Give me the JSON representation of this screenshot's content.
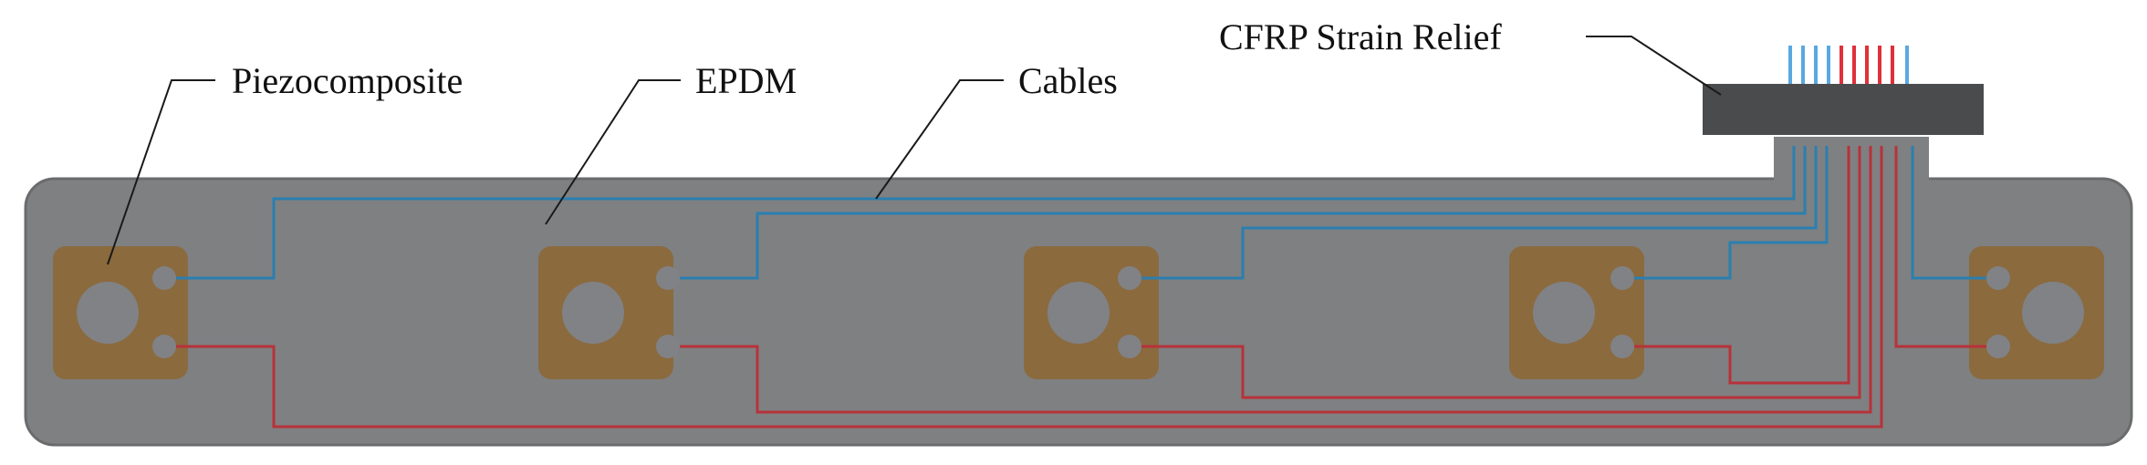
{
  "labels": {
    "piezocomposite": "Piezocomposite",
    "epdm": "EPDM",
    "cables": "Cables",
    "strain_relief": "CFRP Strain Relief"
  },
  "colors": {
    "background": "#ffffff",
    "epdm": "#7f8082",
    "epdm_outline": "#6a6b6d",
    "piezo": "#8b6a3e",
    "piezo_hole": "#808285",
    "strain_relief": "#4a4b4d",
    "cable_signal": "#2a7fb0",
    "cable_ground": "#b7323a",
    "cable_signal_light": "#5aa8e0",
    "cable_ground_light": "#e0303a",
    "leader": "#1a1a1a"
  },
  "icons": {
    "piezo_element": "square-pad-with-large-hole-and-two-contacts",
    "strain_relief": "rectangular-clamp"
  },
  "piezo_count": 5,
  "cable_pair_count": 5
}
